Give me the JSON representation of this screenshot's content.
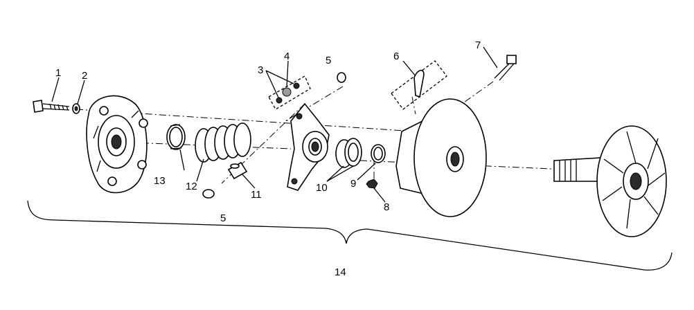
{
  "callouts": {
    "c1": "1",
    "c2": "2",
    "c3": "3",
    "c4": "4",
    "c5a": "5",
    "c5b": "5",
    "c6": "6",
    "c7": "7",
    "c8": "8",
    "c9": "9",
    "c10": "10",
    "c11": "11",
    "c12": "12",
    "c13": "13",
    "c14": "14"
  },
  "colors": {
    "line": "#000000",
    "background": "#ffffff",
    "shade": "#2a2a2a"
  }
}
